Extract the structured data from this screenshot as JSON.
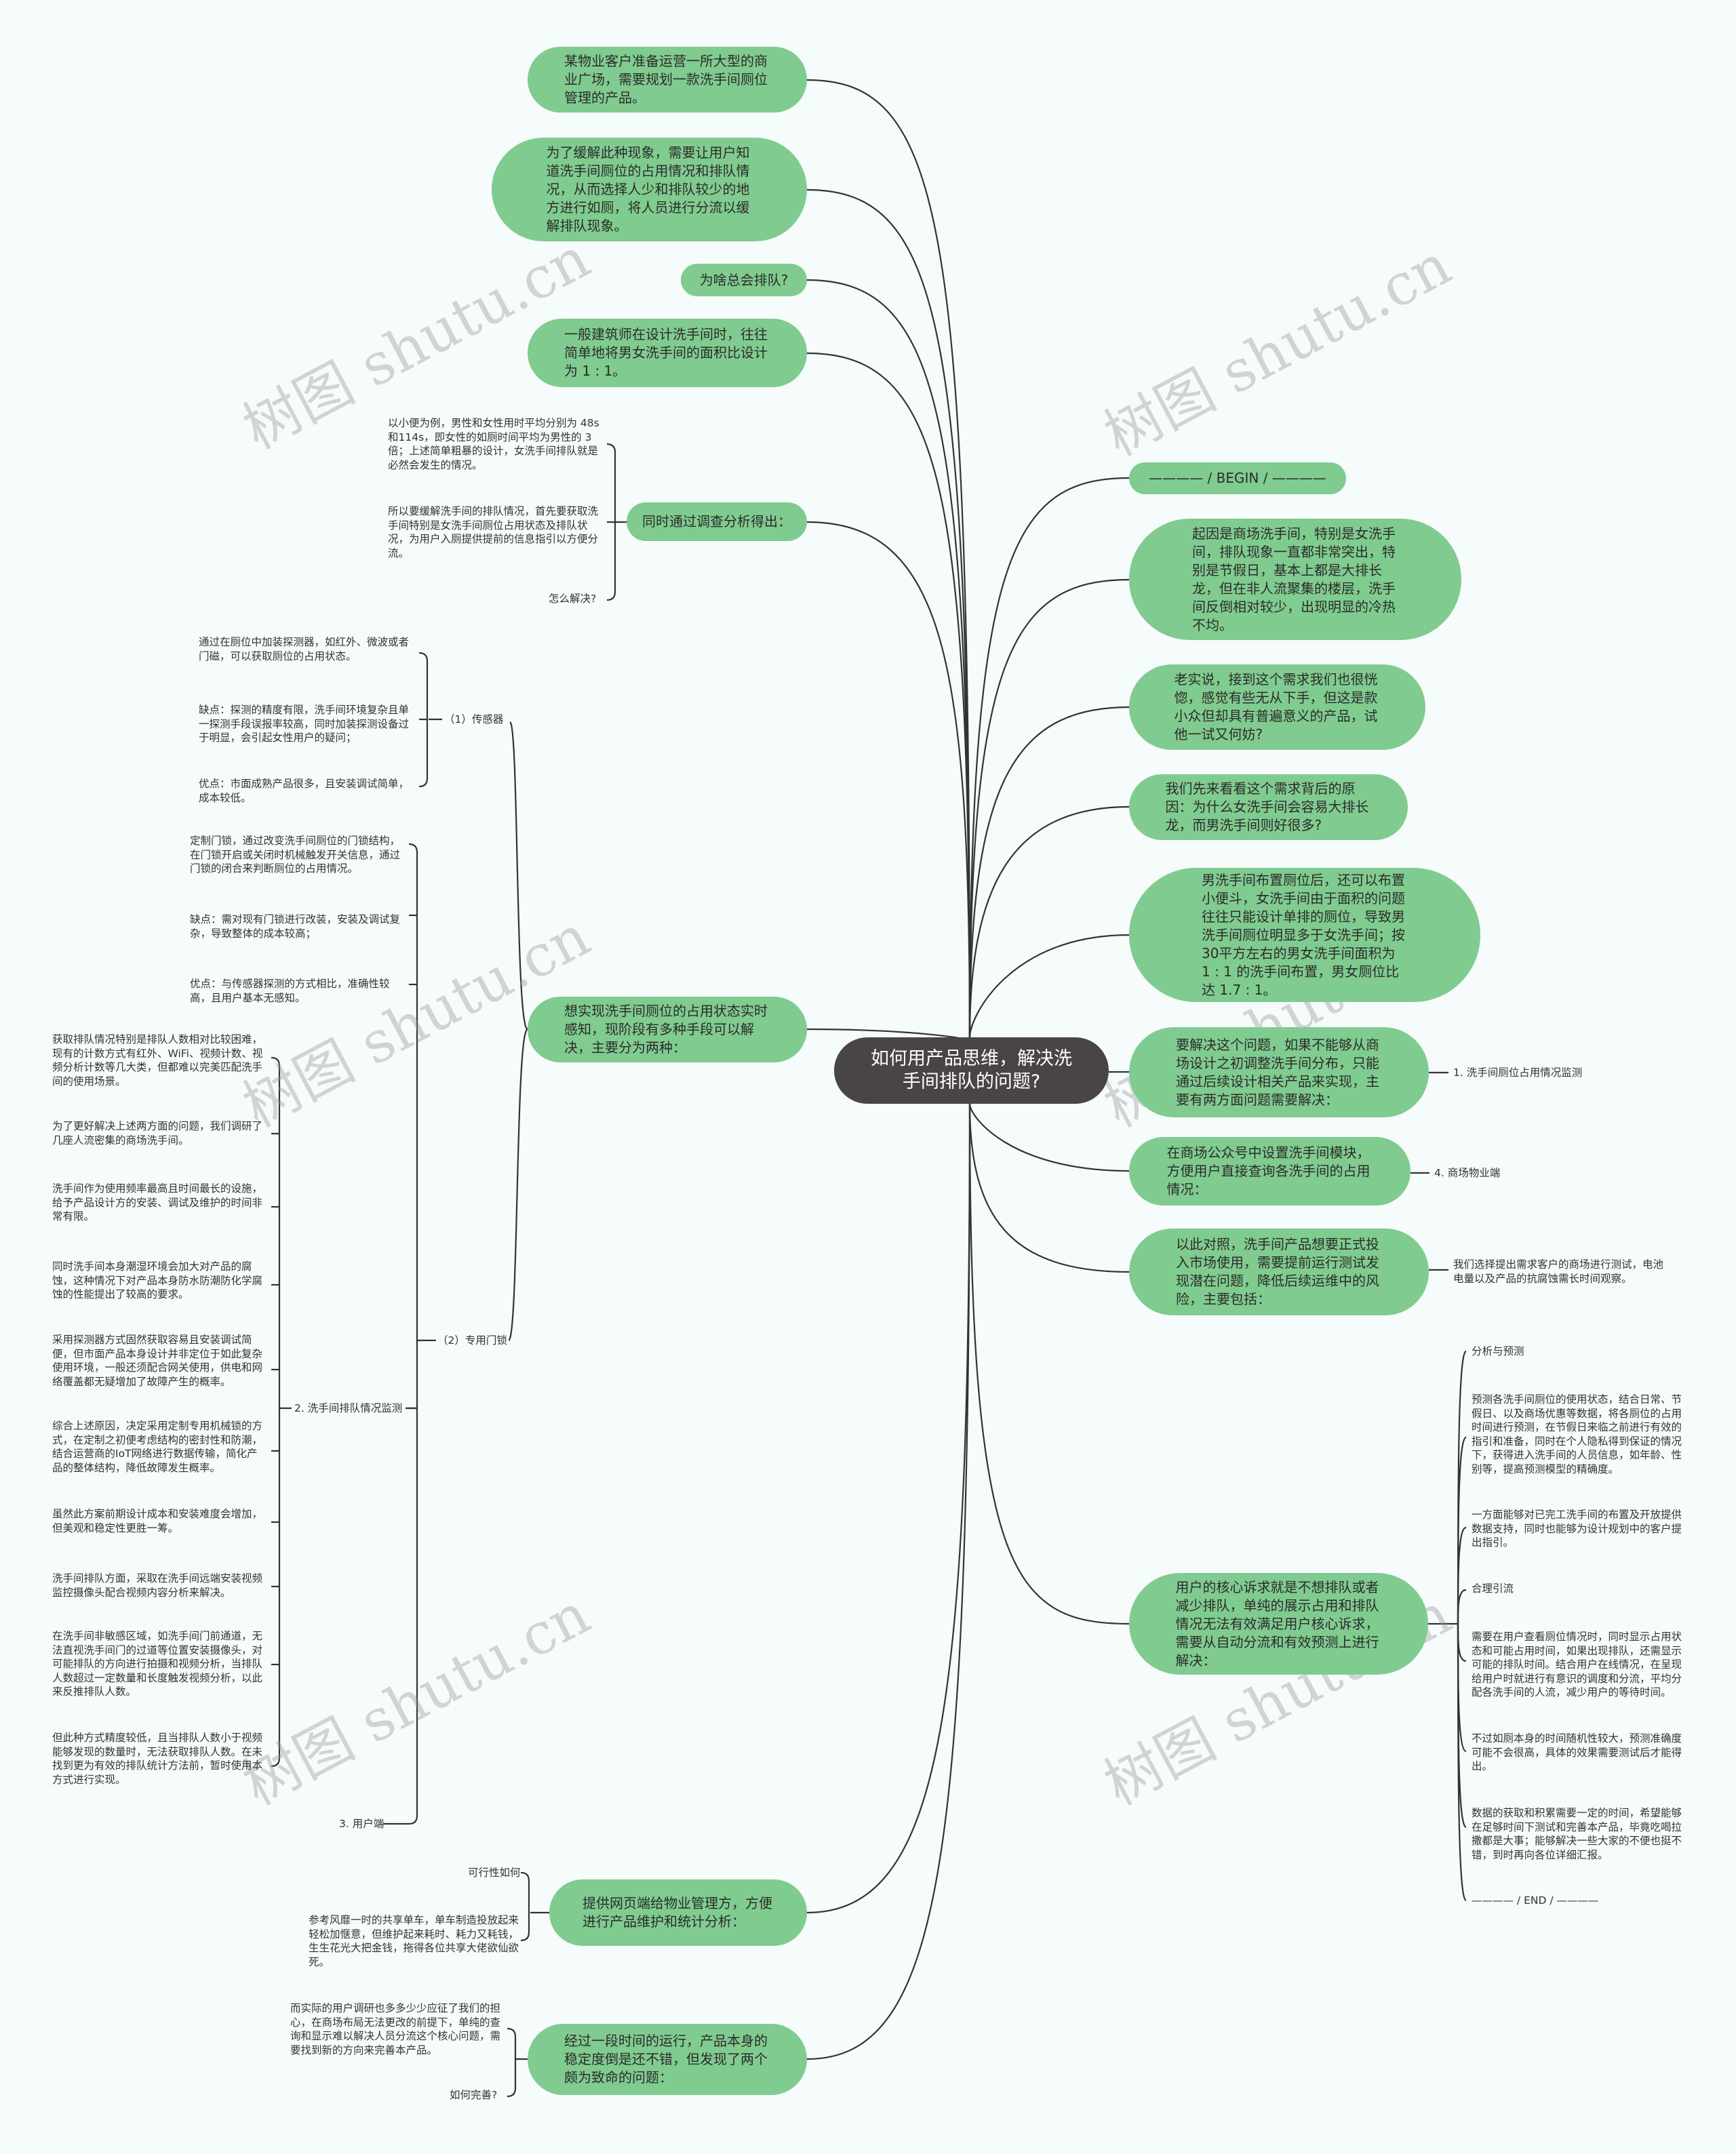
{
  "colors": {
    "node": "#80cb8f",
    "root": "#4a4545",
    "line": "#333333",
    "background": "#f6fbfb"
  },
  "root": {
    "title": "如何用产品思维，解决洗手间排队的问题?"
  },
  "left_nodes": [
    {
      "text": "某物业客户准备运营一所大型的商业广场，需要规划一款洗手间厕位管理的产品。"
    },
    {
      "text": "为了缓解此种现象，需要让用户知道洗手间厕位的占用情况和排队情况，从而选择人少和排队较少的地方进行如厕，将人员进行分流以缓解排队现象。"
    },
    {
      "text": "为啥总会排队?"
    },
    {
      "text": "一般建筑师在设计洗手间时，往往简单地将男女洗手间的面积比设计为 1 : 1。"
    },
    {
      "text": "同时通过调查分析得出：",
      "children": [
        "以小便为例，男性和女性用时平均分别为 48s 和114s，即女性的如厕时间平均为男性的 3 倍；上述简单粗暴的设计，女洗手间排队就是必然会发生的情况。",
        "所以要缓解洗手间的排队情况，首先要获取洗手间特别是女洗手间厕位占用状态及排队状况，为用户入厕提供提前的信息指引以方便分流。",
        "怎么解决?"
      ]
    },
    {
      "text": "想实现洗手间厕位的占用状态实时感知，现阶段有多种手段可以解决，主要分为两种：",
      "sensor": {
        "label": "（1）传感器",
        "children": [
          "通过在厕位中加装探测器，如红外、微波或者门磁，可以获取厕位的占用状态。",
          "缺点：探测的精度有限，洗手间环境复杂且单一探测手段误报率较高，同时加装探测设备过于明显，会引起女性用户的疑问；",
          "优点：市面成熟产品很多，且安装调试简单，成本较低。"
        ]
      },
      "lock": {
        "label": "（2）专用门锁",
        "children": [
          "定制门锁，通过改变洗手间厕位的门锁结构，在门锁开启或关闭时机械触发开关信息，通过门锁的闭合来判断厕位的占用情况。",
          "缺点：需对现有门锁进行改装，安装及调试复杂，导致整体的成本较高；",
          "优点：与传感器探测的方式相比，准确性较高，且用户基本无感知。"
        ],
        "queue": {
          "label": "2. 洗手间排队情况监测",
          "children": [
            "获取排队情况特别是排队人数相对比较困难，现有的计数方式有红外、WiFi、视频计数、视频分析计数等几大类，但都难以完美匹配洗手间的使用场景。",
            "为了更好解决上述两方面的问题，我们调研了几座人流密集的商场洗手间。",
            "洗手间作为使用频率最高且时间最长的设施，给予产品设计方的安装、调试及维护的时间非常有限。",
            "同时洗手间本身潮湿环境会加大对产品的腐蚀，这种情况下对产品本身防水防潮防化学腐蚀的性能提出了较高的要求。",
            "采用探测器方式固然获取容易且安装调试简便，但市面产品本身设计并非定位于如此复杂使用环境，一般还须配合网关使用，供电和网络覆盖都无疑增加了故障产生的概率。",
            "综合上述原因，决定采用定制专用机械锁的方式，在定制之初便考虑结构的密封性和防潮，结合运营商的IoT网络进行数据传输，简化产品的整体结构，降低故障发生概率。",
            "虽然此方案前期设计成本和安装难度会增加，但美观和稳定性更胜一筹。",
            "洗手间排队方面，采取在洗手间远端安装视频监控摄像头配合视频内容分析来解决。",
            "在洗手间非敏感区域，如洗手间门前通道，无法直视洗手间门的过道等位置安装摄像头，对可能排队的方向进行拍摄和视频分析，当排队人数超过一定数量和长度触发视频分析，以此来反推排队人数。",
            "但此种方式精度较低，且当排队人数小于视频能够发现的数量时，无法获取排队人数。在未找到更为有效的排队统计方法前，暂时使用本方式进行实现。"
          ]
        },
        "user_end": "3. 用户端"
      }
    },
    {
      "text": "提供网页端给物业管理方，方便进行产品维护和统计分析：",
      "children": [
        "可行性如何",
        "参考风靡一时的共享单车，单车制造投放起来轻松加惬意，但维护起来耗时、耗力又耗钱，生生花光大把金钱，拖得各位共享大佬欲仙欲死。"
      ]
    },
    {
      "text": "经过一段时间的运行，产品本身的稳定度倒是还不错，但发现了两个颇为致命的问题：",
      "children": [
        "而实际的用户调研也多多少少应征了我们的担心，在商场布局无法更改的前提下，单纯的查询和显示难以解决人员分流这个核心问题，需要找到新的方向来完善本产品。",
        "如何完善?"
      ]
    }
  ],
  "right_nodes": [
    {
      "text": "———— / BEGIN / ————"
    },
    {
      "text": "起因是商场洗手间，特别是女洗手间，排队现象一直都非常突出，特别是节假日，基本上都是大排长龙，但在非人流聚集的楼层，洗手间反倒相对较少，出现明显的冷热不均。"
    },
    {
      "text": "老实说，接到这个需求我们也很恍惚，感觉有些无从下手，但这是款小众但却具有普遍意义的产品，试他一试又何妨?"
    },
    {
      "text": "我们先来看看这个需求背后的原因：为什么女洗手间会容易大排长龙，而男洗手间则好很多?"
    },
    {
      "text": "男洗手间布置厕位后，还可以布置小便斗，女洗手间由于面积的问题往往只能设计单排的厕位，导致男洗手间厕位明显多于女洗手间；按30平方左右的男女洗手间面积为 1 : 1 的洗手间布置，男女厕位比达 1.7 : 1。"
    },
    {
      "text": "要解决这个问题，如果不能够从商场设计之初调整洗手间分布，只能通过后续设计相关产品来实现，主要有两方面问题需要解决：",
      "child": "1. 洗手间厕位占用情况监测"
    },
    {
      "text": "在商场公众号中设置洗手间模块，方便用户直接查询各洗手间的占用情况：",
      "child": "4. 商场物业端"
    },
    {
      "text": "以此对照，洗手间产品想要正式投入市场使用，需要提前运行测试发现潜在问题，降低后续运维中的风险，主要包括：",
      "child": "我们选择提出需求客户的商场进行测试，电池电量以及产品的抗腐蚀需长时间观察。"
    },
    {
      "text": "用户的核心诉求就是不想排队或者减少排队，单纯的展示占用和排队情况无法有效满足用户核心诉求，需要从自动分流和有效预测上进行解决：",
      "children": [
        "分析与预测",
        "预测各洗手间厕位的使用状态，结合日常、节假日、以及商场优惠等数据，将各厕位的占用时间进行预测，在节假日来临之前进行有效的指引和准备，同时在个人隐私得到保证的情况下，获得进入洗手间的人员信息，如年龄、性别等，提高预测模型的精确度。",
        "一方面能够对已完工洗手间的布置及开放提供数据支持，同时也能够为设计规划中的客户提出指引。",
        "合理引流",
        "需要在用户查看厕位情况时，同时显示占用状态和可能占用时间，如果出现排队，还需显示可能的排队时间。结合用户在线情况，在呈现给用户时就进行有意识的调度和分流，平均分配各洗手间的人流，减少用户的等待时间。",
        "不过如厕本身的时间随机性较大，预测准确度可能不会很高，具体的效果需要测试后才能得出。",
        "数据的获取和积累需要一定的时间，希望能够在足够时间下测试和完善本产品，毕竟吃喝拉撒都是大事；能够解决一些大家的不便也挺不错，到时再向各位详细汇报。",
        "———— / END / ————"
      ]
    }
  ],
  "watermark": "树图 shutu.cn"
}
